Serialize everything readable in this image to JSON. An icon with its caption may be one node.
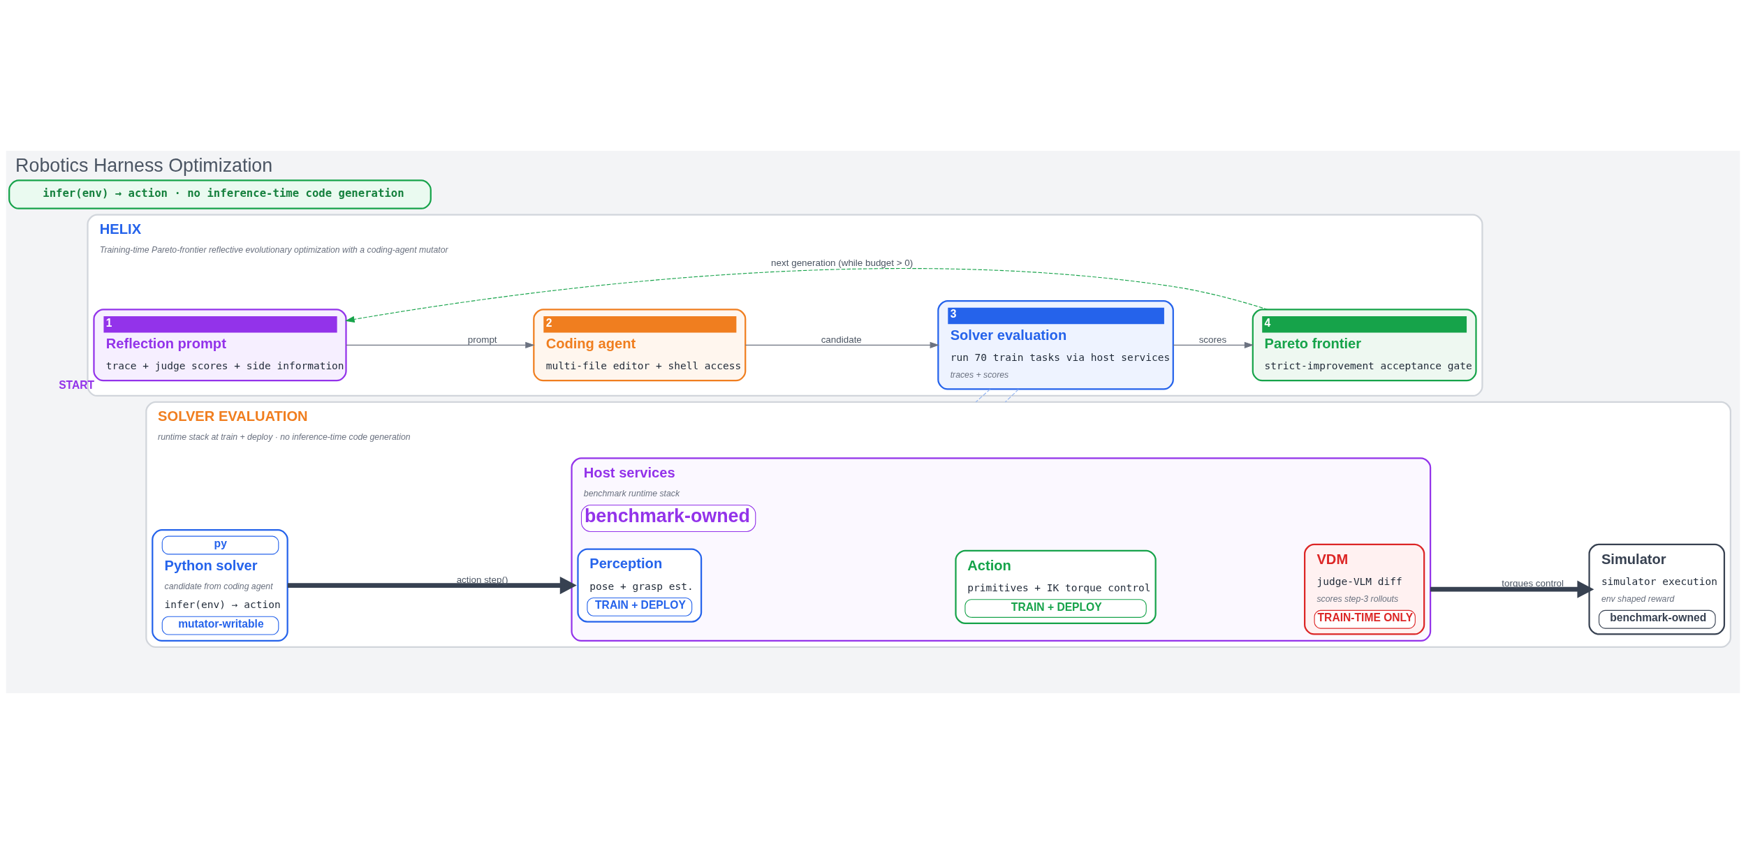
{
  "diagram": {
    "title": "Robotics Harness Optimization",
    "nodes": [
      {
        "text": [
          "HELIX",
          "Training-time Pareto-frontier reflective evolutionary optimization with a coding-agent mutator"
        ]
      },
      {
        "text": [
          "1",
          "Reflection prompt",
          "trace + judge scores + side information"
        ],
        "beside": [
          "START"
        ],
        "in": 0
      },
      {
        "text": [
          "2",
          "Coding agent",
          "multi-file editor + shell access"
        ],
        "in": 0
      },
      {
        "text": [
          "3",
          "Solver evaluation",
          "run 70 train tasks via host services",
          "traces + scores"
        ],
        "in": 0
      },
      {
        "text": [
          "4",
          "Pareto frontier",
          "strict-improvement acceptance gate"
        ],
        "in": 0
      },
      {
        "text": [
          "SOLVER EVALUATION",
          "runtime stack at train + deploy · no inference-time code generation"
        ]
      },
      {
        "text": [
          "py",
          "Python solver",
          "candidate from coding agent",
          "infer(env) → action",
          "mutator-writable"
        ],
        "in": 5
      },
      {
        "text": [
          "Host services",
          "benchmark runtime stack",
          "benchmark-owned"
        ],
        "in": 5
      },
      {
        "text": [
          "Perception",
          "pose + grasp est.",
          "TRAIN + DEPLOY"
        ],
        "in": 7
      },
      {
        "text": [
          "Action",
          "primitives + IK torque control",
          "TRAIN + DEPLOY"
        ],
        "in": 7
      },
      {
        "text": [
          "VDM",
          "judge-VLM diff",
          "scores step-3 rollouts",
          "TRAIN-TIME ONLY"
        ],
        "in": 7
      },
      {
        "text": [
          "Simulator",
          "simulator execution",
          "env shaped reward",
          "benchmark-owned"
        ],
        "in": 5
      }
    ],
    "edges": [
      {
        "from": 1,
        "to": 2,
        "arrow": "to",
        "label": "prompt",
        "color": "#6b7280"
      },
      {
        "from": 2,
        "to": 3,
        "arrow": "to",
        "label": "candidate",
        "color": "#6b7280"
      },
      {
        "from": 3,
        "to": 4,
        "arrow": "to",
        "label": "scores",
        "color": "#6b7280"
      },
      {
        "from": 4,
        "to": 1,
        "arrow": "to",
        "label": "next generation (while budget > 0)",
        "style": "dashed",
        "color": "#16a34a"
      },
      {
        "from": 3,
        "to": 5,
        "arrow": "none",
        "style": "dashed",
        "color": "#93b4f0"
      },
      {
        "from": 3,
        "to": 5,
        "arrow": "none",
        "style": "dashed",
        "color": "#93b4f0"
      },
      {
        "from": 6,
        "to": 7,
        "arrow": "to",
        "label": "action step()",
        "style": "thick",
        "color": "#374151"
      },
      {
        "from": 7,
        "to": 11,
        "arrow": "to",
        "label": "torques control",
        "style": "thick",
        "color": "#374151"
      }
    ],
    "labels": [
      "infer(env) → action · no inference-time code generation"
    ]
  }
}
